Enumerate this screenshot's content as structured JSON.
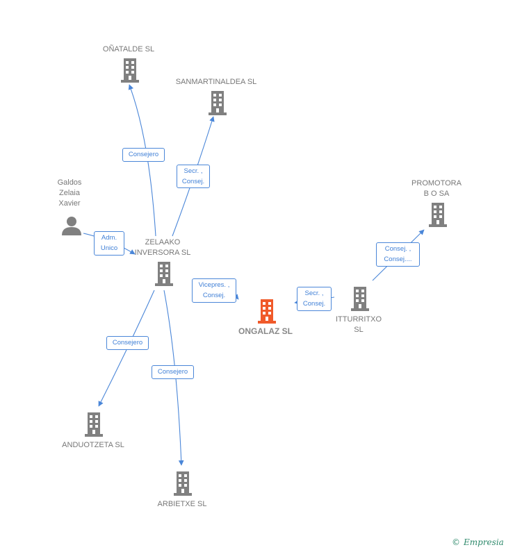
{
  "nodes": {
    "onatalde": "OÑATALDE SL",
    "sanmartinaldea": "SANMARTINALDEA SL",
    "galdos": "Galdos\nZelaia\nXavier",
    "zelaako": "ZELAAKO\nINVERSORA SL",
    "ongalaz": "ONGALAZ SL",
    "promotora": "PROMOTORA\nB O SA",
    "itturritxo": "ITTURRITXO\nSL",
    "anduotzeta": "ANDUOTZETA SL",
    "arbietxe": "ARBIETXE SL"
  },
  "edges": {
    "consejero_onatalde": "Consejero",
    "secr_sanmartinaldea": "Secr. ,\nConsej.",
    "adm_unico": "Adm.\nUnico",
    "vicepres": "Vicepres. ,\nConsej.",
    "secr_itturritxo": "Secr. ,\nConsej.",
    "consej_promotora": "Consej. ,\nConsej....",
    "consejero_anduotzeta": "Consejero",
    "consejero_arbietxe": "Consejero"
  },
  "brand": {
    "copyright": "©",
    "name": "Empresia"
  },
  "colors": {
    "building": "#808080",
    "highlight": "#f05a2a",
    "edge": "#4a86d8",
    "label": "#777777"
  }
}
